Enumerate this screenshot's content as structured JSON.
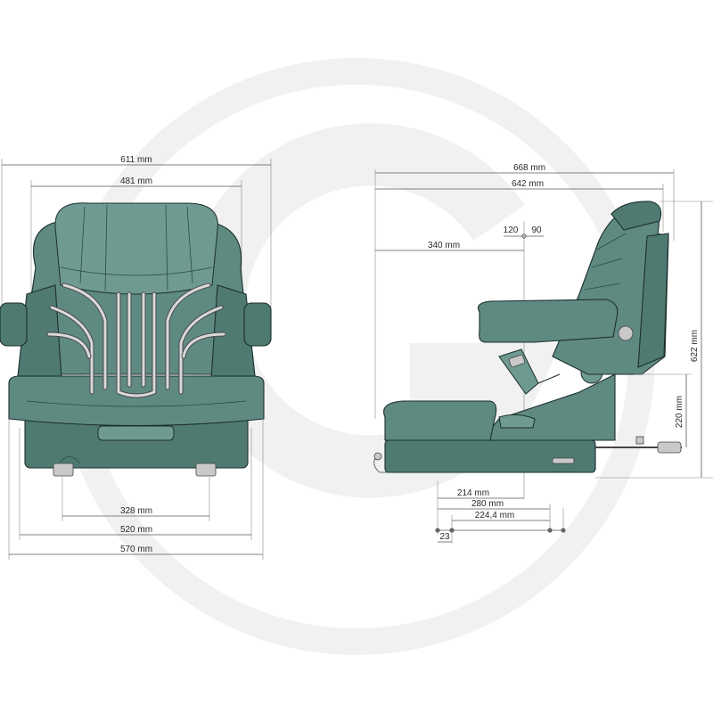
{
  "colors": {
    "seat_fill": "#5e8a82",
    "outline": "#1c2f2b",
    "watermark": "#f1f1f1",
    "dimension_line": "#5a5a5a",
    "text": "#2a2a2a"
  },
  "front_view": {
    "dimensions": {
      "overall_width": "611 mm",
      "backrest_width": "481 mm",
      "mount_spacing": "328 mm",
      "base_width": "520 mm",
      "armrest_width": "570 mm"
    }
  },
  "side_view": {
    "dimensions": {
      "overall_depth": "668 mm",
      "depth_to_backrest": "642 mm",
      "adjust_fore": "120",
      "adjust_aft": "90",
      "seat_to_backrest": "340 mm",
      "overall_height": "622 mm",
      "seat_height": "220 mm",
      "rail_1": "214 mm",
      "rail_2": "280 mm",
      "rail_3": "224,4 mm",
      "rail_offset": "23"
    }
  }
}
